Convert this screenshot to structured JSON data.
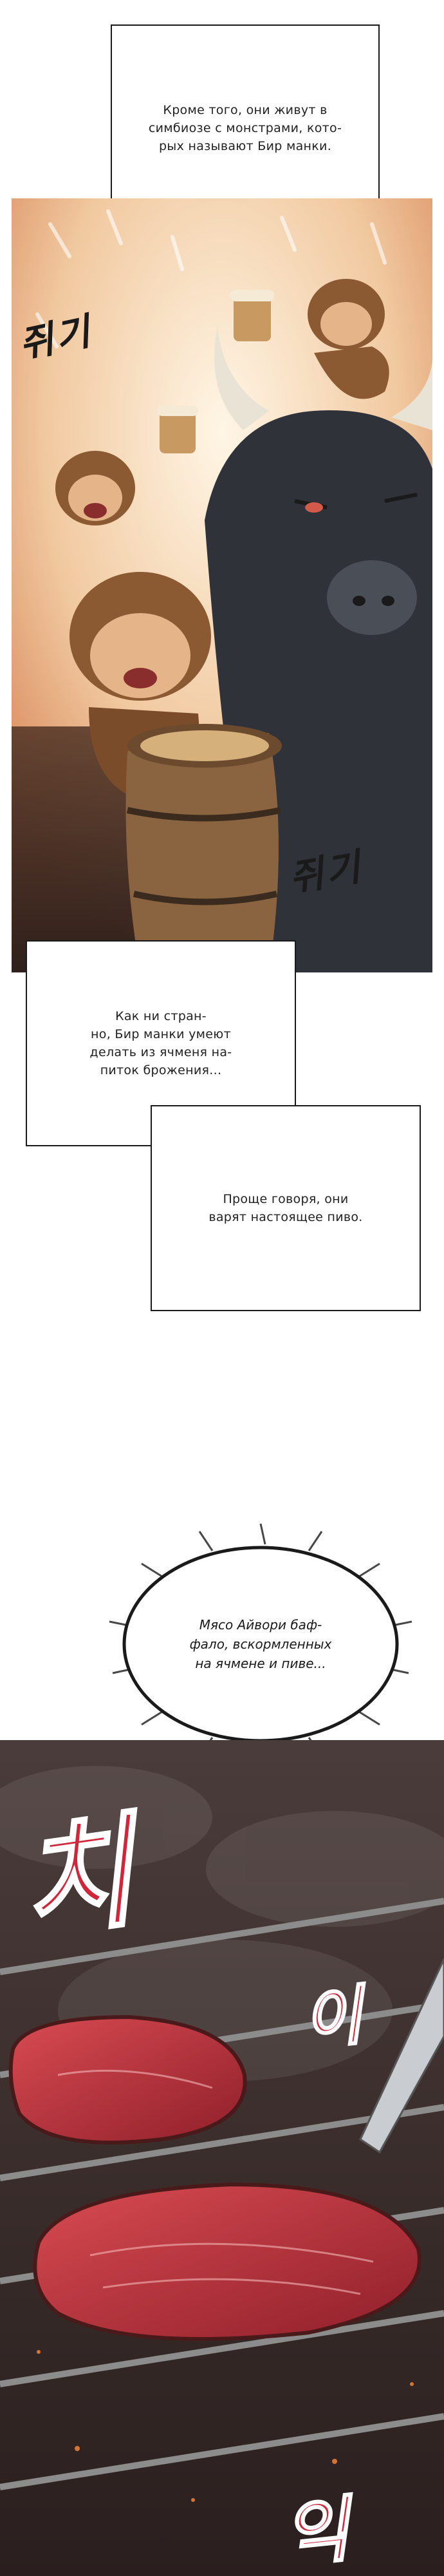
{
  "captions": {
    "symbiosis": "Кроме того, они живут в\nсимбиозе с монстрами, кото-\nрых называют Бир манки.",
    "ferment": "Как ни стран-\nно, Бир манки умеют\nделать из ячменя на-\nпиток брожения...",
    "beer": "Проще говоря, они\nварят настоящее пиво."
  },
  "bubble": {
    "meat": "Мясо Айвори баф-\nфало, вскормленных\nна ячмене и пиве..."
  },
  "sfx": {
    "cheer_top": "쥐기",
    "cheer_bottom": "쥐기",
    "sizzle_big": "치",
    "sizzle_mid": "이",
    "sizzle_low": "익"
  },
  "colors": {
    "sky_warm": "#f1c9a0",
    "monkey_fur": "#8b5a32",
    "bull_dark": "#2f3238",
    "grill_bg": "#3b2e2c",
    "meat_red": "#b5323a",
    "sfx_red": "#d0263a"
  }
}
